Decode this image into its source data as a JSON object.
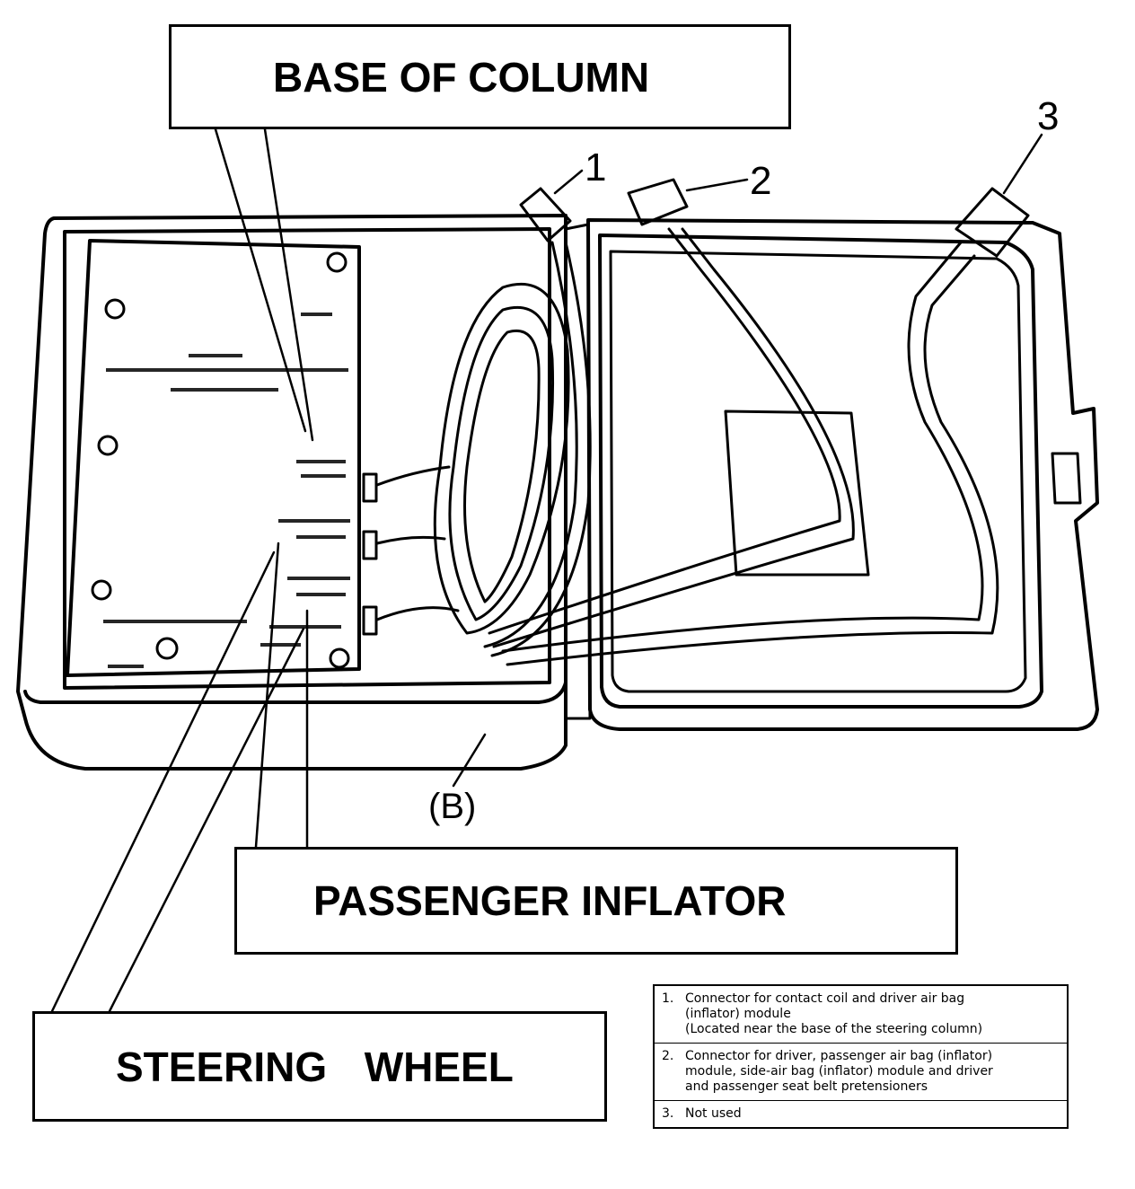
{
  "callouts": {
    "base_of_column": "BASE OF COLUMN",
    "passenger_inflator": "PASSENGER INFLATOR",
    "steering_wheel": "STEERING  WHEEL"
  },
  "connector_numbers": {
    "one": "1",
    "two": "2",
    "three": "3"
  },
  "case_label": "(B)",
  "legend": [
    {
      "number": "1.",
      "lines": [
        "Connector for contact coil and driver air bag",
        "(inflator) module",
        "(Located near the base of the steering column)"
      ]
    },
    {
      "number": "2.",
      "lines": [
        "Connector for driver, passenger air bag (inflator)",
        "module, side-air bag (inflator) module and driver",
        "and passenger seat belt pretensioners"
      ]
    },
    {
      "number": "3.",
      "lines": [
        "Not used"
      ]
    }
  ],
  "colors": {
    "ink": "#000000",
    "paper": "#ffffff"
  }
}
